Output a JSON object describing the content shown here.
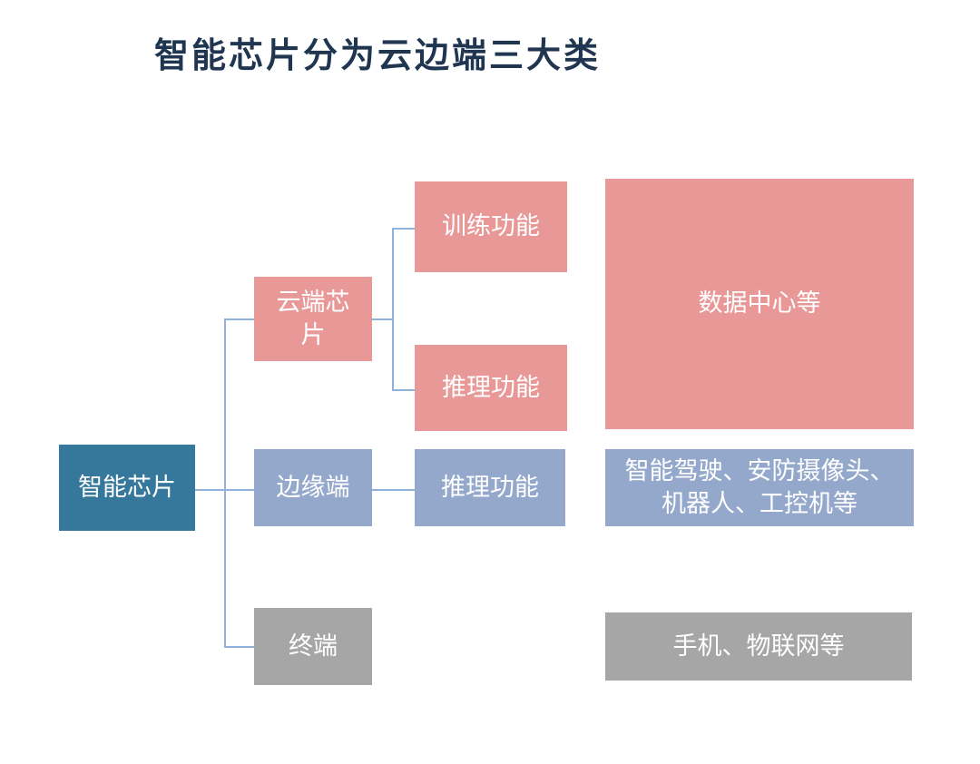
{
  "title": "智能芯片分为云边端三大类",
  "root": "智能芯片",
  "categories": {
    "cloud": "云端芯片",
    "edge": "边缘端",
    "terminal": "终端"
  },
  "functions": {
    "cloud_training": "训练功能",
    "cloud_inference": "推理功能",
    "edge_inference": "推理功能"
  },
  "applications": {
    "cloud": "数据中心等",
    "edge": "智能驾驶、安防摄像头、机器人、工控机等",
    "terminal": "手机、物联网等"
  },
  "colors": {
    "root": "#35789c",
    "cloud": "#e99898",
    "edge": "#94a8cc",
    "terminal": "#a6a6a6",
    "connector": "#8fb1dc"
  }
}
